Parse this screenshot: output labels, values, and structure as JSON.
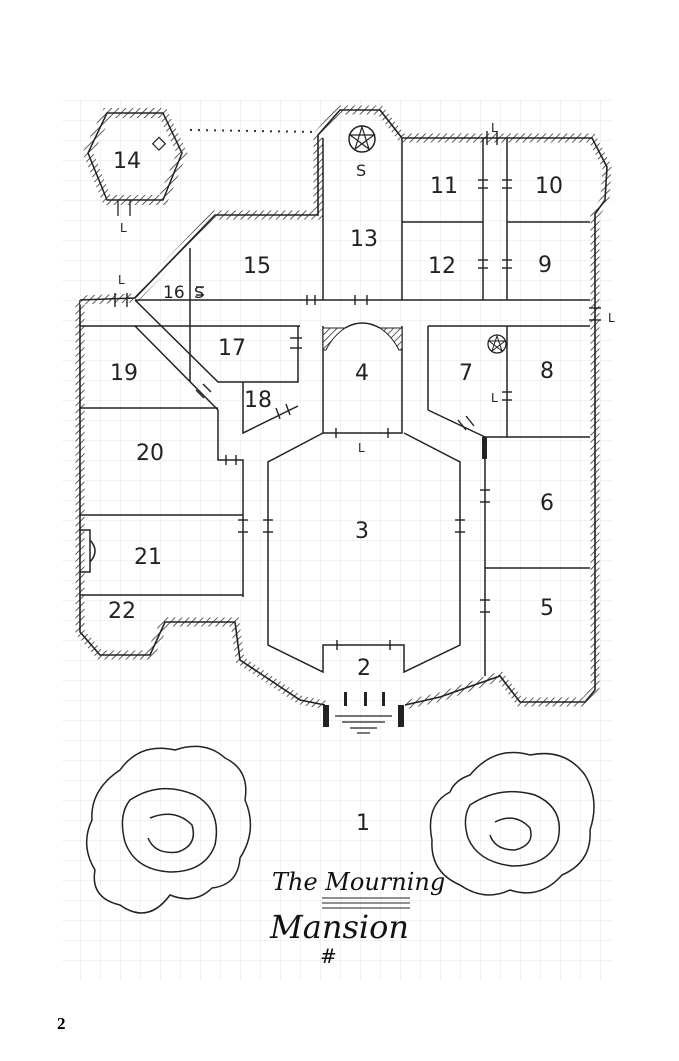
{
  "map": {
    "title_line1": "The Mourning",
    "title_line2": "Mansion",
    "signature": "#",
    "page_number": "2",
    "rooms": {
      "r1": "1",
      "r2": "2",
      "r3": "3",
      "r4": "4",
      "r5": "5",
      "r6": "6",
      "r7": "7",
      "r8": "8",
      "r9": "9",
      "r10": "10",
      "r11": "11",
      "r12": "12",
      "r13": "13",
      "r14": "14",
      "r15": "15",
      "r16": "16",
      "r17": "17",
      "r18": "18",
      "r19": "19",
      "r20": "20",
      "r21": "21",
      "r22": "22"
    },
    "markers": {
      "secret_13": "S",
      "secret_16": "S",
      "ladder": "L"
    }
  }
}
